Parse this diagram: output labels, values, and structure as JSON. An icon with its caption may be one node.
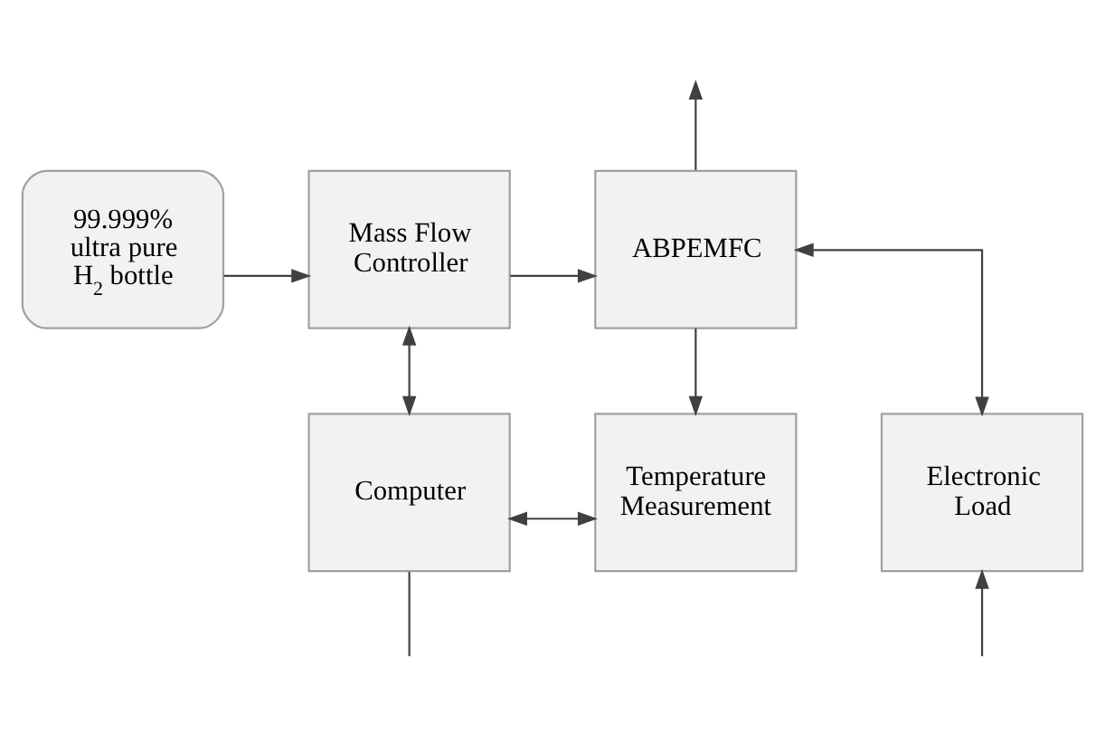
{
  "diagram": {
    "nodes": [
      {
        "text": [
          "99.999% ultra pure H$_{2}$ bottle"
        ]
      },
      {
        "text": [
          "Mass Flow Controller"
        ]
      },
      {
        "text": [
          "ABPEMFC"
        ]
      },
      {
        "text": [
          "Computer"
        ]
      },
      {
        "text": [
          "Temperature Measurement"
        ]
      },
      {
        "text": [
          "Electronic Load"
        ]
      }
    ],
    "edges": [
      {
        "from": 0,
        "to": 1,
        "arrow": "to"
      },
      {
        "from": 1,
        "to": 2,
        "arrow": "to"
      },
      {
        "from": 1,
        "to": 3,
        "arrow": "both"
      },
      {
        "from": 2,
        "to": null,
        "arrow": "to"
      },
      {
        "from": 2,
        "to": 5,
        "arrow": "both"
      },
      {
        "from": 2,
        "to": 4,
        "arrow": "to"
      },
      {
        "from": 3,
        "to": 4,
        "arrow": "both"
      },
      {
        "from": 3,
        "to": null,
        "arrow": "none"
      },
      {
        "from": null,
        "to": 5,
        "arrow": "to"
      }
    ]
  }
}
